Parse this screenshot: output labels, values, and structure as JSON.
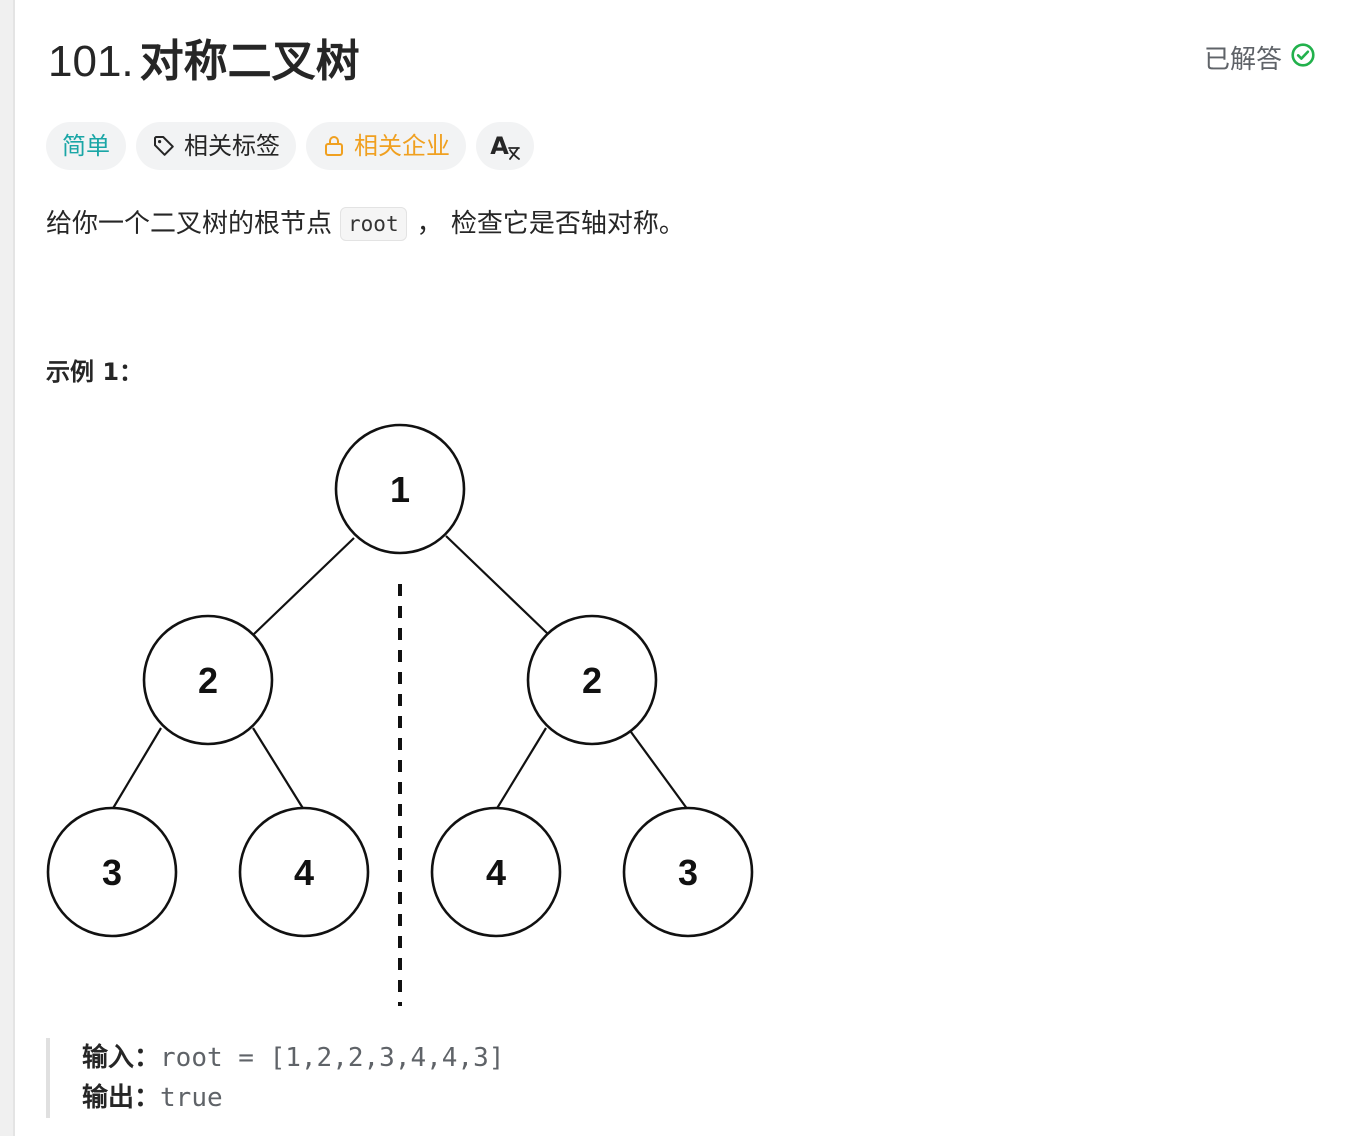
{
  "problem": {
    "number": "101.",
    "name": "对称二叉树",
    "status": "已解答"
  },
  "tags": {
    "difficulty": "简单",
    "related_tags": "相关标签",
    "related_companies": "相关企业",
    "translate": "A"
  },
  "description": {
    "before": "给你一个二叉树的根节点",
    "code": "root",
    "after": "， 检查它是否轴对称。"
  },
  "example": {
    "title": "示例 1：",
    "tree_nodes": [
      "1",
      "2",
      "2",
      "3",
      "4",
      "4",
      "3"
    ],
    "input_label": "输入：",
    "input_value": "root = [1,2,2,3,4,4,3]",
    "output_label": "输出：",
    "output_value": "true"
  },
  "colors": {
    "accent_easy": "#1aa6a6",
    "accent_company": "#f0a020",
    "solved_check": "#22b14c"
  }
}
